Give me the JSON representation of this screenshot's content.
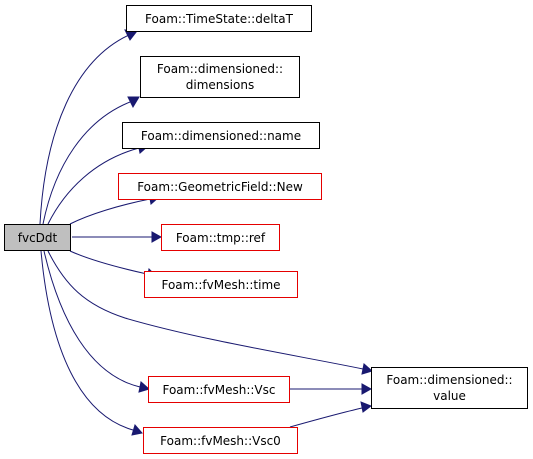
{
  "root": {
    "label": "fvcDdt"
  },
  "nodes": {
    "deltaT": {
      "lines": [
        "Foam::TimeState::deltaT"
      ]
    },
    "dimensions": {
      "lines": [
        "Foam::dimensioned::",
        "dimensions"
      ]
    },
    "name": {
      "lines": [
        "Foam::dimensioned::name"
      ]
    },
    "new": {
      "lines": [
        "Foam::GeometricField::New"
      ]
    },
    "ref": {
      "lines": [
        "Foam::tmp::ref"
      ]
    },
    "time": {
      "lines": [
        "Foam::fvMesh::time"
      ]
    },
    "vsc": {
      "lines": [
        "Foam::fvMesh::Vsc"
      ]
    },
    "vsc0": {
      "lines": [
        "Foam::fvMesh::Vsc0"
      ]
    },
    "value": {
      "lines": [
        "Foam::dimensioned::",
        "value"
      ]
    }
  },
  "colors": {
    "edge": "#191970",
    "documented_border": "#000000",
    "undocumented_border": "#e50000",
    "root_fill": "#bfbfbf"
  }
}
